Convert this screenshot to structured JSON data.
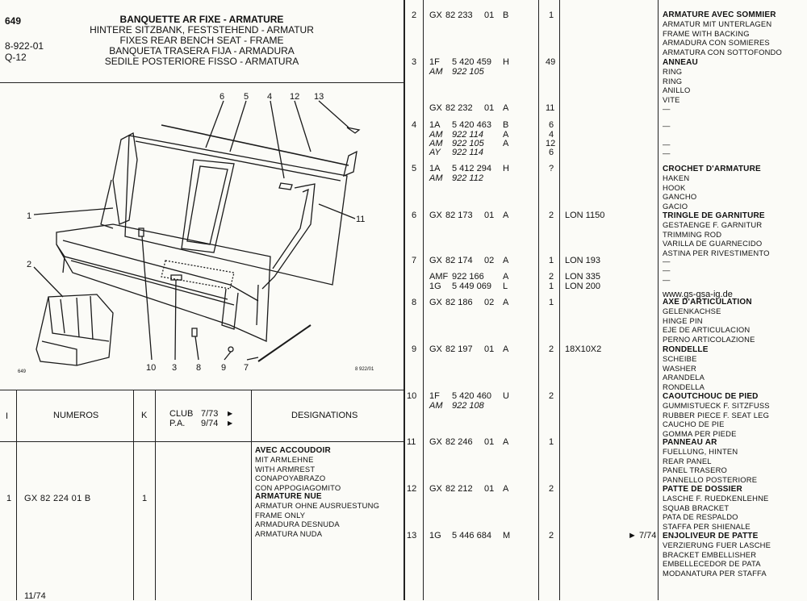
{
  "header": {
    "page_no": "649",
    "ref": "8-922-01",
    "q": "Q-12",
    "titles": [
      "BANQUETTE AR FIXE - ARMATURE",
      "HINTERE SITZBANK, FESTSTEHEND - ARMATUR",
      "FIXES REAR BENCH SEAT -  FRAME",
      "BANQUETA TRASERA FIJA - ARMADURA",
      "SEDILE POSTERIORE FISSO - ARMATURA"
    ]
  },
  "diagram": {
    "callouts": [
      "6",
      "5",
      "4",
      "12",
      "13",
      "1",
      "11",
      "2",
      "10",
      "3",
      "8",
      "9",
      "7"
    ],
    "small_left": "649",
    "small_right": "8 922/01"
  },
  "table_head": {
    "col_i": "I",
    "col_numeros": "NUMEROS",
    "col_k": "K",
    "club_label": "CLUB",
    "club_val": "7/73",
    "pa_label": "P.A.",
    "pa_val": "9/74",
    "col_designations": "DESIGNATIONS"
  },
  "left_row": {
    "item": "1",
    "number": "GX  82 224  01  B",
    "qty": "1",
    "desc": [
      "AVEC ACCOUDOIR",
      "MIT ARMLEHNE",
      "WITH ARMREST",
      "CONAPOYABRAZO",
      "CON APPOGIAGOMITO",
      "ARMATURE NUE",
      "ARMATUR OHNE AUSRUESTUNG",
      "FRAME ONLY",
      "ARMADURA DESNUDA",
      "ARMATURA NUDA"
    ]
  },
  "footer_date": "11/74",
  "parts": [
    {
      "item": "2",
      "pre": "GX",
      "num": "82 233",
      "sfx": "01",
      "v": "B",
      "qty": "1"
    },
    {
      "item": "3",
      "pre": "1F",
      "num": "5 420 459",
      "sfx": "",
      "v": "H",
      "qty": "49"
    },
    {
      "item": "",
      "pre": "AM",
      "num": "922 105",
      "sfx": "",
      "v": "",
      "qty": ""
    },
    {
      "item": "",
      "pre": "GX",
      "num": "82 232",
      "sfx": "01",
      "v": "A",
      "qty": "11"
    },
    {
      "item": "4",
      "pre": "1A",
      "num": "5 420 463",
      "sfx": "",
      "v": "B",
      "qty": "6"
    },
    {
      "item": "",
      "pre": "AM",
      "num": "922 114",
      "sfx": "",
      "v": "A",
      "qty": "4"
    },
    {
      "item": "",
      "pre": "AM",
      "num": "922 105",
      "sfx": "",
      "v": "A",
      "qty": "12"
    },
    {
      "item": "",
      "pre": "AY",
      "num": "922 114",
      "sfx": "",
      "v": "",
      "qty": "6"
    },
    {
      "item": "5",
      "pre": "1A",
      "num": "5 412 294",
      "sfx": "",
      "v": "H",
      "qty": "?"
    },
    {
      "item": "",
      "pre": "AM",
      "num": "922 112",
      "sfx": "",
      "v": "",
      "qty": ""
    },
    {
      "item": "6",
      "pre": "GX",
      "num": "82 173",
      "sfx": "01",
      "v": "A",
      "qty": "2",
      "extra": "LON 1150"
    },
    {
      "item": "7",
      "pre": "GX",
      "num": "82 174",
      "sfx": "02",
      "v": "A",
      "qty": "1",
      "extra": "LON 193"
    },
    {
      "item": "",
      "pre": "AMF",
      "num": "922 166",
      "sfx": "",
      "v": "A",
      "qty": "2",
      "extra": "LON 335"
    },
    {
      "item": "",
      "pre": "1G",
      "num": "5 449 069",
      "sfx": "",
      "v": "L",
      "qty": "1",
      "extra": "LON 200"
    },
    {
      "item": "8",
      "pre": "GX",
      "num": "82 186",
      "sfx": "02",
      "v": "A",
      "qty": "1"
    },
    {
      "item": "9",
      "pre": "GX",
      "num": "82 197",
      "sfx": "01",
      "v": "A",
      "qty": "2",
      "extra": "18X10X2"
    },
    {
      "item": "10",
      "pre": "1F",
      "num": "5 420 460",
      "sfx": "",
      "v": "U",
      "qty": "2"
    },
    {
      "item": "",
      "pre": "AM",
      "num": "922 108",
      "sfx": "",
      "v": "",
      "qty": ""
    },
    {
      "item": "11",
      "pre": "GX",
      "num": "82 246",
      "sfx": "01",
      "v": "A",
      "qty": "1"
    },
    {
      "item": "12",
      "pre": "GX",
      "num": "82 212",
      "sfx": "01",
      "v": "A",
      "qty": "2"
    },
    {
      "item": "13",
      "pre": "1G",
      "num": "5 446 684",
      "sfx": "",
      "v": "M",
      "qty": "2",
      "extra": "► 7/74"
    }
  ],
  "descriptions": [
    {
      "bold": "ARMATURE AVEC SOMMIER",
      "lines": [
        "ARMATUR MIT UNTERLAGEN",
        "FRAME WITH BACKING",
        "ARMADURA CON SOMIERES",
        "ARMATURA CON SOTTOFONDO"
      ]
    },
    {
      "bold": "ANNEAU",
      "lines": [
        "RING",
        "RING",
        "ANILLO",
        "VITE"
      ]
    },
    {
      "bold": "",
      "lines": [
        "—"
      ]
    },
    {
      "bold": "",
      "lines": [
        "—",
        "",
        "—",
        "—"
      ]
    },
    {
      "bold": "CROCHET D'ARMATURE",
      "lines": [
        "HAKEN",
        "HOOK",
        "GANCHO",
        "GACIO"
      ]
    },
    {
      "bold": "TRINGLE DE GARNITURE",
      "lines": [
        "GESTAENGE F. GARNITUR",
        "TRIMMING ROD",
        "VARILLA DE GUARNECIDO",
        "ASTINA PER RIVESTIMENTO"
      ]
    },
    {
      "bold": "",
      "lines": [
        "—",
        "—",
        "—"
      ]
    },
    {
      "bold": "AXE D'ARTICULATION",
      "lines": [
        "GELENKACHSE",
        "HINGE PIN",
        "EJE DE ARTICULACION",
        "PERNO ARTICOLAZIONE"
      ]
    },
    {
      "bold": "RONDELLE",
      "lines": [
        "SCHEIBE",
        "WASHER",
        "ARANDELA",
        "RONDELLA"
      ]
    },
    {
      "bold": "CAOUTCHOUC DE PIED",
      "lines": [
        "GUMMISTUECK F. SITZFUSS",
        "RUBBER PIECE F. SEAT LEG",
        "CAUCHO DE PIE",
        "GOMMA PER PIEDE"
      ]
    },
    {
      "bold": "PANNEAU AR",
      "lines": [
        "FUELLUNG, HINTEN",
        "REAR PANEL",
        "PANEL TRASERO",
        "PANNELLO POSTERIORE"
      ]
    },
    {
      "bold": "PATTE DE DOSSIER",
      "lines": [
        "LASCHE F. RUEDKENLEHNE",
        "SQUAB BRACKET",
        "PATA DE RESPALDO",
        "STAFFA PER SHIENALE"
      ]
    },
    {
      "bold": "ENJOLIVEUR DE PATTE",
      "lines": [
        "VERZIERUNG FUER LASCHE",
        "BRACKET EMBELLISHER",
        "EMBELLECEDOR DE PATA",
        "MODANATURA PER STAFFA"
      ]
    }
  ],
  "watermark": "www.gs-gsa-ig.de"
}
